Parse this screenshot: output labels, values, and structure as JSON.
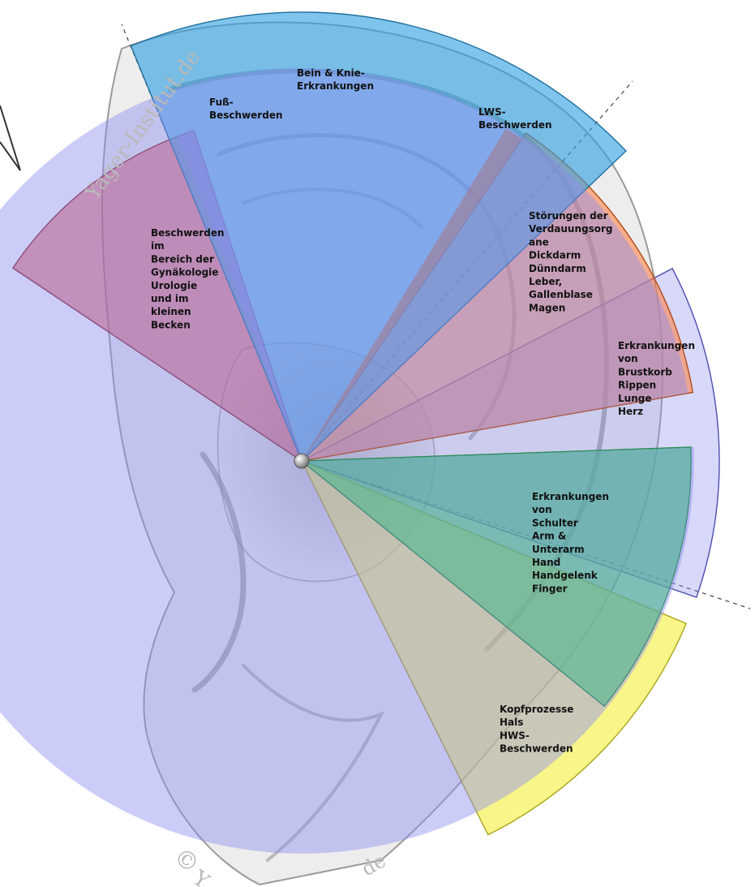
{
  "watermarks": {
    "top": "Yager-Institut.de",
    "bottom_symbol": "©",
    "bottom_text": "Y",
    "bottom_suffix": "de"
  },
  "zones": [
    {
      "id": "fuss",
      "color": "#2f9fe0",
      "lines": [
        "Fuß-",
        "Beschwerden"
      ]
    },
    {
      "id": "bein",
      "color": "#2f9fe0",
      "lines": [
        "Bein & Knie-",
        "Erkrankungen"
      ]
    },
    {
      "id": "lws",
      "color": "#2f9fe0",
      "lines": [
        "LWS-",
        "Beschwerden"
      ]
    },
    {
      "id": "gyn",
      "color": "#e03a3a",
      "lines": [
        "Beschwerden",
        "im",
        "Bereich der",
        "Gynäkologie",
        "Urologie",
        "und im",
        "kleinen",
        "Becken"
      ]
    },
    {
      "id": "verdauung",
      "color": "#ff7a3a",
      "lines": [
        "Störungen der",
        "Verdauungsorg",
        "ane",
        "Dickdarm",
        "Dünndarm",
        "Leber,",
        "Gallenblase",
        "Magen"
      ]
    },
    {
      "id": "brust",
      "color": "#8f8ff0",
      "lines": [
        "Erkrankungen",
        "von",
        "Brustkorb",
        "Rippen",
        "Lunge",
        "Herz"
      ]
    },
    {
      "id": "schulter",
      "color": "#14d63a",
      "lines": [
        "Erkrankungen",
        "von",
        "Schulter",
        "Arm &",
        "Unterarm",
        "Hand",
        "Handgelenk",
        "Finger"
      ]
    },
    {
      "id": "kopf",
      "color": "#f5f03a",
      "lines": [
        "Kopfprozesse",
        "Hals",
        "HWS-",
        "Beschwerden"
      ]
    }
  ]
}
